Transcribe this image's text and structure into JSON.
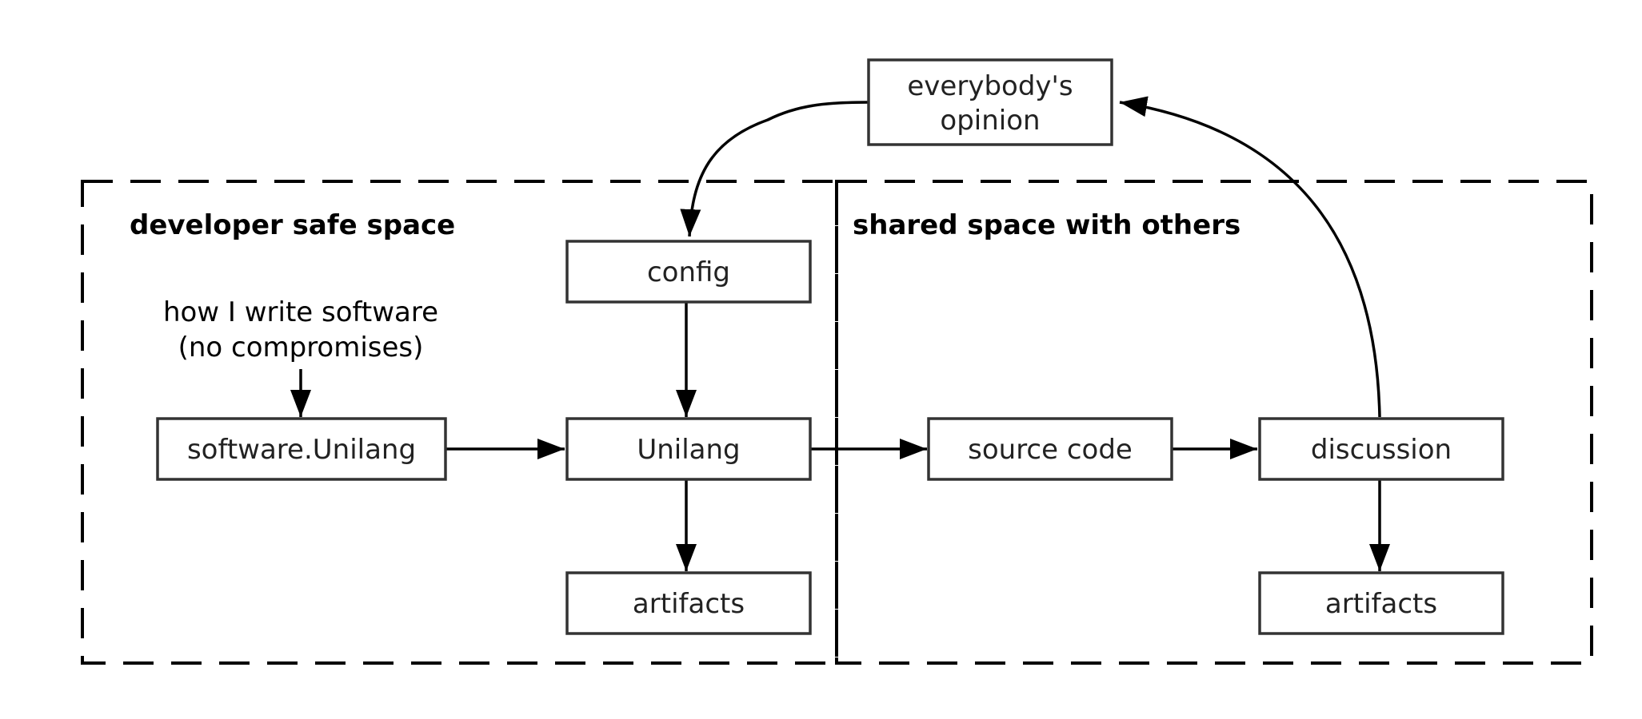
{
  "regions": {
    "developer": {
      "label": "developer safe space"
    },
    "shared": {
      "label": "shared space with others"
    }
  },
  "notes": {
    "how_i_write": {
      "line1": "how I write software",
      "line2": "(no compromises)"
    }
  },
  "nodes": {
    "opinion": {
      "line1": "everybody's",
      "line2": "opinion"
    },
    "config": {
      "label": "config"
    },
    "software_unilang": {
      "label": "software.Unilang"
    },
    "unilang": {
      "label": "Unilang"
    },
    "artifacts_left": {
      "label": "artifacts"
    },
    "source_code": {
      "label": "source code"
    },
    "discussion": {
      "label": "discussion"
    },
    "artifacts_right": {
      "label": "artifacts"
    }
  },
  "edges": [
    {
      "from": "how_i_write",
      "to": "software_unilang"
    },
    {
      "from": "software_unilang",
      "to": "unilang"
    },
    {
      "from": "config",
      "to": "unilang"
    },
    {
      "from": "unilang",
      "to": "artifacts_left"
    },
    {
      "from": "unilang",
      "to": "source_code"
    },
    {
      "from": "source_code",
      "to": "discussion"
    },
    {
      "from": "discussion",
      "to": "artifacts_right"
    },
    {
      "from": "discussion",
      "to": "opinion"
    },
    {
      "from": "opinion",
      "to": "config"
    }
  ],
  "colors": {
    "stroke": "#000000",
    "box_border": "#333333",
    "text": "#222222"
  }
}
